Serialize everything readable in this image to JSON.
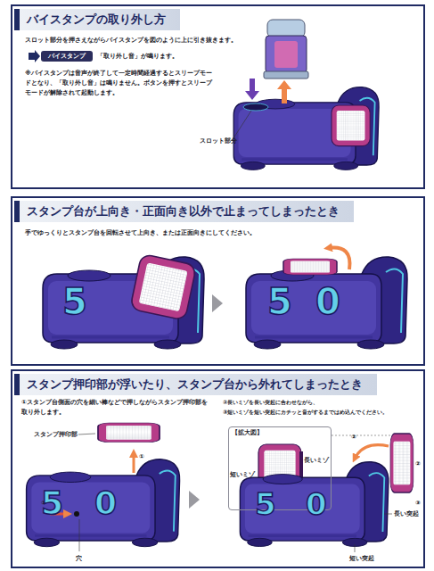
{
  "diagram": {
    "nodes": [
      {
        "text": [
          "バイスタンプの取り外し方",
          "スロット部分を押さえながらバイスタンプを図のように上に引き抜きます。",
          "「取り外し音」が鳴ります。",
          "※バイスタンプは音声が終了して一定時間経過するとスリープモードとなり、「取り外し音」は鳴りません。ボタンを押すとスリープモードが解除されて起動します。"
        ]
      },
      {
        "text": [
          "バイスタンプ"
        ],
        "in": 0
      },
      {
        "text": [
          "スタンプ台が上向き・正面向き以外で止まってしまったとき",
          "手でゆっくりとスタンプ台を回転させて上向き、または正面向きにしてください。"
        ]
      },
      {
        "text": [
          "スタンプ押印部が浮いたり、スタンプ台から外れてしまったとき",
          "①スタンプ台側面の穴を細い棒などで押しながらスタンプ押印部を取り外します。",
          "②長いミゾを長い突起に合わせながら、",
          "③短いミゾを短い突起にカチッと音がするまではめ込んでください。"
        ]
      },
      {
        "text": [
          "【拡大図】"
        ],
        "in": 3
      }
    ],
    "labels": [
      "スロット部分",
      "5",
      "5",
      "0",
      "スタンプ押印部",
      "①",
      "①",
      "穴",
      "5",
      "0",
      "短いミゾ",
      "長いミゾ",
      "②",
      "②",
      "③",
      "長い突起",
      "短い突起",
      "5",
      "0"
    ]
  }
}
